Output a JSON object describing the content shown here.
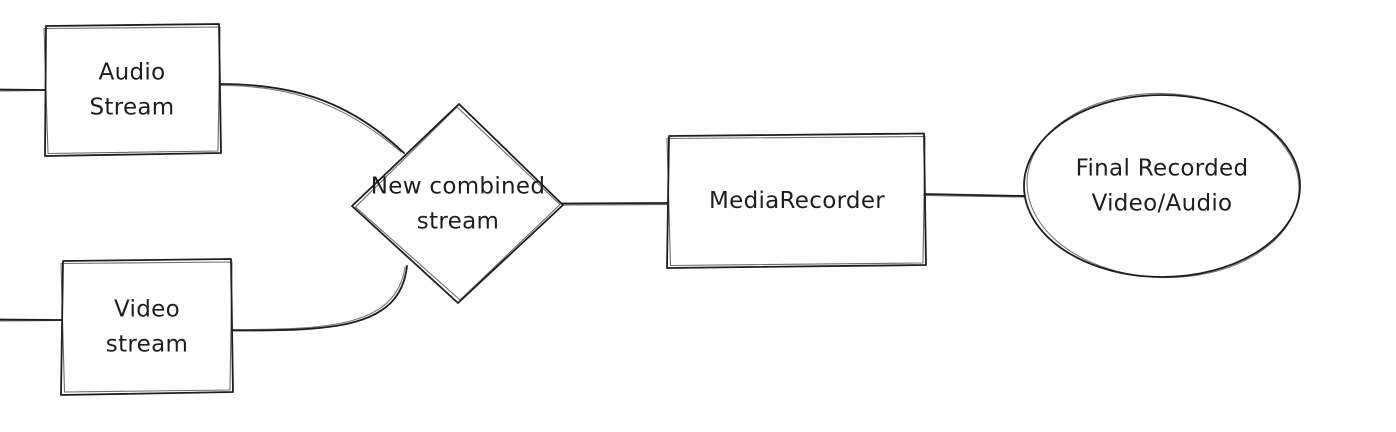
{
  "diagram": {
    "type": "flowchart",
    "background_color": "#ffffff",
    "stroke_color": "#1e1e1e",
    "nodes": [
      {
        "id": "audio-stream",
        "shape": "rectangle",
        "lines": [
          "Audio",
          "Stream"
        ]
      },
      {
        "id": "video-stream",
        "shape": "rectangle",
        "lines": [
          "Video",
          "stream"
        ]
      },
      {
        "id": "combined-stream",
        "shape": "diamond",
        "lines": [
          "New combined",
          "stream"
        ]
      },
      {
        "id": "media-recorder",
        "shape": "rectangle",
        "lines": [
          "MediaRecorder"
        ]
      },
      {
        "id": "final-output",
        "shape": "ellipse",
        "lines": [
          "Final Recorded",
          "Video/Audio"
        ]
      }
    ],
    "edges": [
      {
        "id": "left-edge-to-audio",
        "from": "offscreen-left",
        "to": "audio-stream"
      },
      {
        "id": "left-edge-to-video",
        "from": "offscreen-left",
        "to": "video-stream"
      },
      {
        "id": "audio-to-combined",
        "from": "audio-stream",
        "to": "combined-stream"
      },
      {
        "id": "video-to-combined",
        "from": "video-stream",
        "to": "combined-stream"
      },
      {
        "id": "combined-to-recorder",
        "from": "combined-stream",
        "to": "media-recorder"
      },
      {
        "id": "recorder-to-final",
        "from": "media-recorder",
        "to": "final-output"
      }
    ]
  }
}
